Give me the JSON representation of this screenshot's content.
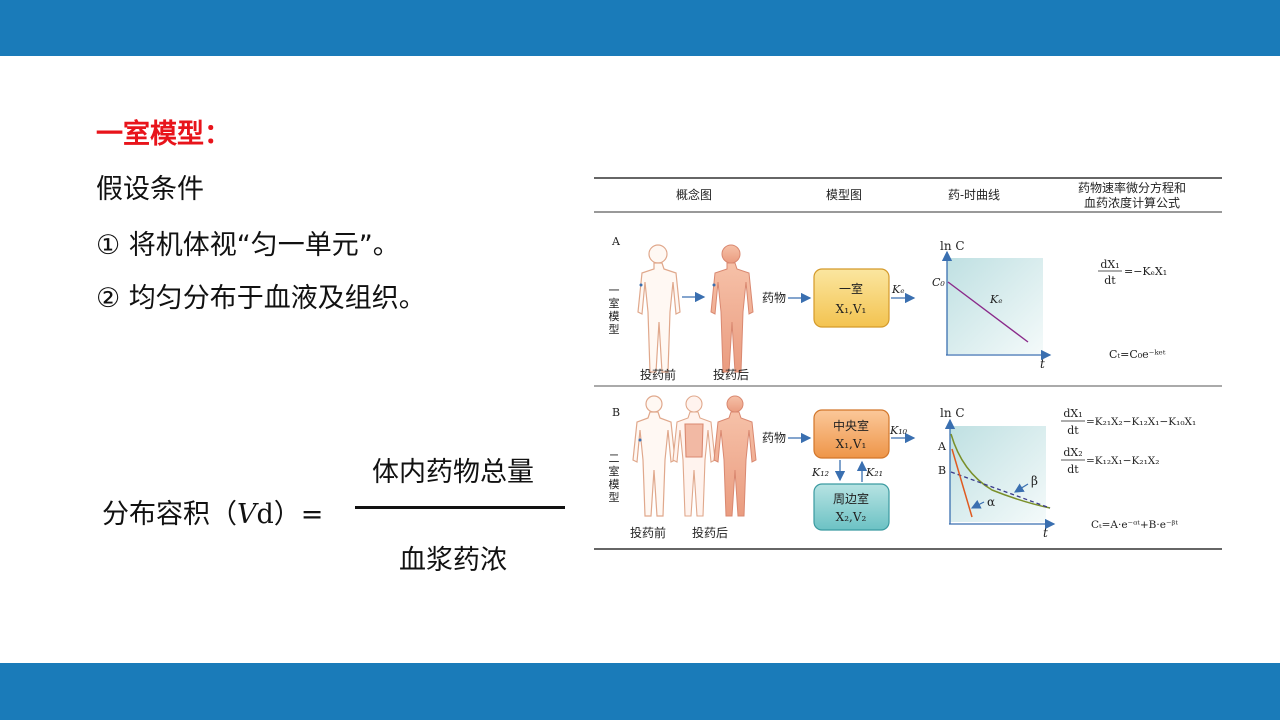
{
  "slide": {
    "heading": "一室模型：",
    "lines": [
      "假设条件",
      "① 将机体视“匀一单元”。",
      "② 均匀分布于血液及组织。"
    ],
    "formula": {
      "lhs_prefix": "分布容积（",
      "lhs_v": "V",
      "lhs_d": "d",
      "lhs_suffix": "）=",
      "numerator": "体内药物总量",
      "denominator": "血浆药浓"
    },
    "colors": {
      "band": "#1a7bb9",
      "heading": "#e8141b"
    }
  },
  "figure": {
    "headers": {
      "concept": "概念图",
      "model": "模型图",
      "curve": "药-时曲线",
      "equation_line1": "药物速率微分方程和",
      "equation_line2": "血药浓度计算公式"
    },
    "rowA": {
      "letter": "A",
      "side_label": [
        "一",
        "室",
        "模",
        "型"
      ],
      "before": "投药前",
      "after": "投药后",
      "drug": "药物",
      "box_line1": "一室",
      "box_line2": "X₁,V₁",
      "ke": "Kₑ",
      "axis_y": "ln C",
      "c0": "C₀",
      "curve_label": "Kₑ",
      "axis_x": "t",
      "eq1_num": "dX₁",
      "eq1_den": "dt",
      "eq1_rhs": "=−KₑX₁",
      "eq2": "Cₜ=C₀e⁻ᵏᵉᵗ"
    },
    "rowB": {
      "letter": "B",
      "side_label": [
        "二",
        "室",
        "模",
        "型"
      ],
      "before": "投药前",
      "after": "投药后",
      "drug": "药物",
      "central_line1": "中央室",
      "central_line2": "X₁,V₁",
      "k10": "K₁₀",
      "k12": "K₁₂",
      "k21": "K₂₁",
      "periph_line1": "周边室",
      "periph_line2": "X₂,V₂",
      "axis_y": "ln C",
      "a_label": "A",
      "b_label": "B",
      "beta": "β",
      "alpha": "α",
      "axis_x": "t",
      "eq1_num": "dX₁",
      "eq1_den": "dt",
      "eq1_rhs": "=K₂₁X₂−K₁₂X₁−K₁₀X₁",
      "eq2_num": "dX₂",
      "eq2_den": "dt",
      "eq2_rhs": "=K₁₂X₁−K₂₁X₂",
      "eq3": "Cₜ=A·e⁻ᵅᵗ+B·e⁻ᵝᵗ"
    }
  }
}
